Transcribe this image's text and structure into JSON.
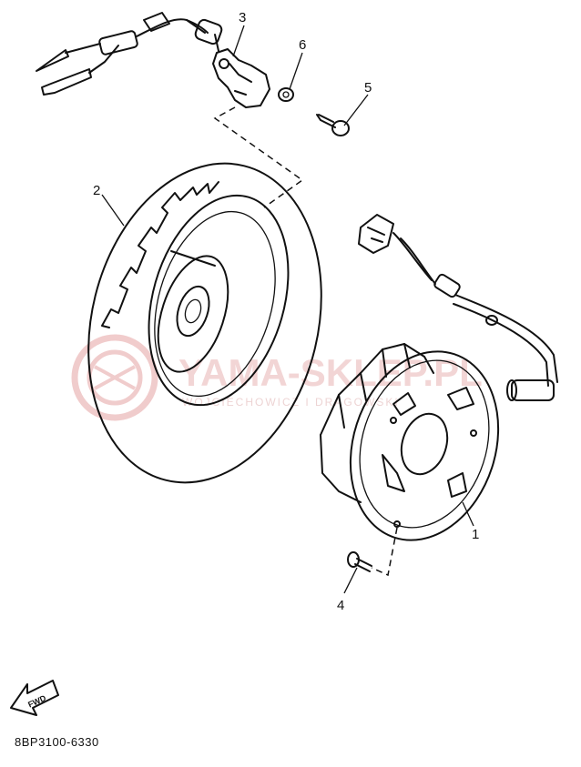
{
  "diagram": {
    "callouts": {
      "p1": "1",
      "p2": "2",
      "p3": "3",
      "p4_bottom": "4",
      "p5": "5",
      "p6": "6"
    },
    "fwd_label": "FWD",
    "part_code": "8BP3100-6330"
  },
  "watermark": {
    "brand": "YAMA-SKLEP.PL",
    "tagline": "WOJCIECHOWICZ I DRAGOWSKI"
  }
}
